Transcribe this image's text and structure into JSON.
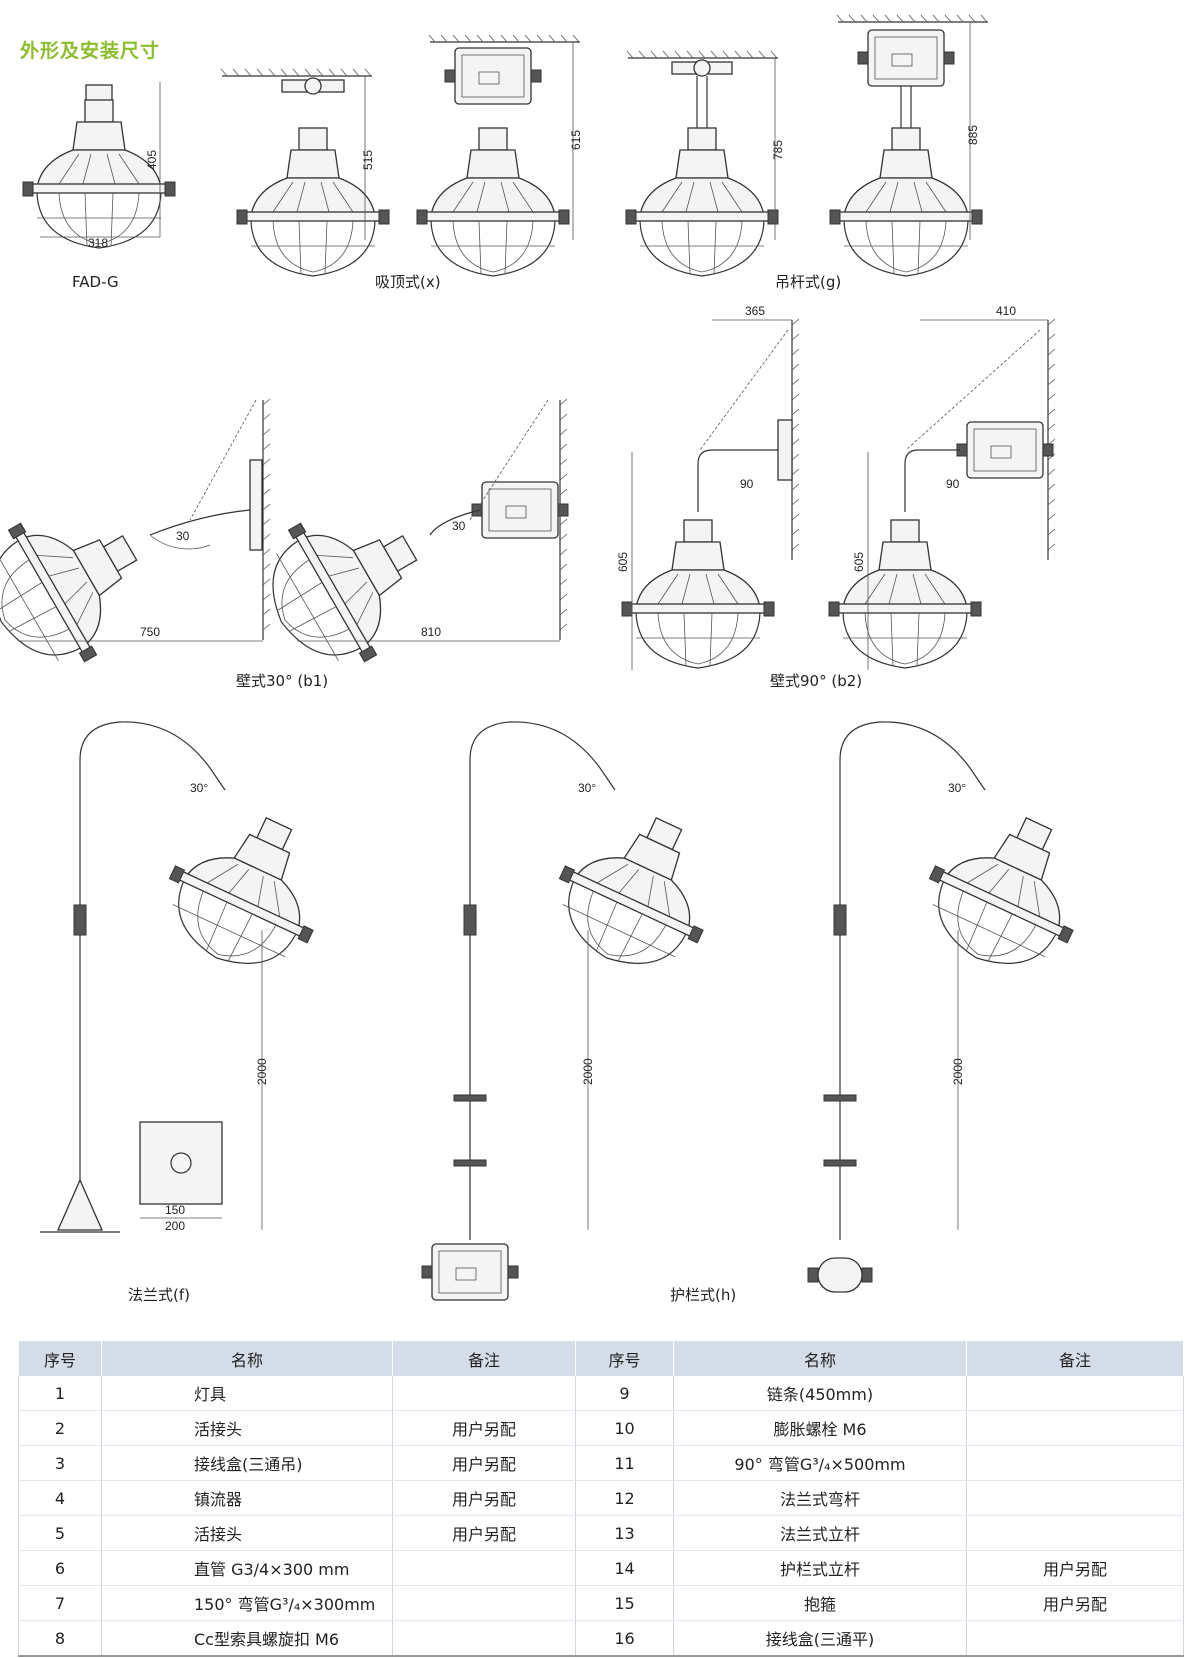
{
  "heading": "外形及安装尺寸",
  "captions": {
    "fad_g": "FAD-G",
    "ceiling": "吸顶式(x)",
    "pendant": "吊杆式(g)",
    "wall30": "壁式30°  (b1)",
    "wall90": "壁式90°  (b2)",
    "flange": "法兰式(f)",
    "guardrail": "护栏式(h)"
  },
  "dimensions": {
    "fad_width": "318",
    "fad_height": "405",
    "ceiling_a": "515",
    "ceiling_b": "615",
    "pendant_a": "785",
    "pendant_b": "885",
    "wall30_a": "750",
    "wall30_b": "810",
    "wall30_angle": "30",
    "wall90_a": "365",
    "wall90_b": "410",
    "wall90_h": "605",
    "wall90_angle": "90",
    "pole_h": "2000",
    "pole_angle": "30°",
    "base_150": "150",
    "base_200": "200"
  },
  "table": {
    "headers": [
      "序号",
      "名称",
      "备注",
      "序号",
      "名称",
      "备注"
    ],
    "left": [
      {
        "no": "1",
        "name": "灯具",
        "note": ""
      },
      {
        "no": "2",
        "name": "活接头",
        "note": "用户另配"
      },
      {
        "no": "3",
        "name": "接线盒(三通吊)",
        "note": "用户另配"
      },
      {
        "no": "4",
        "name": "镇流器",
        "note": "用户另配"
      },
      {
        "no": "5",
        "name": "活接头",
        "note": "用户另配"
      },
      {
        "no": "6",
        "name": "直管 G3/4×300 mm",
        "note": ""
      },
      {
        "no": "7",
        "name": "150°  弯管G³/₄×300mm",
        "note": ""
      },
      {
        "no": "8",
        "name": "Cc型索具螺旋扣 M6",
        "note": ""
      }
    ],
    "right": [
      {
        "no": "9",
        "name": "链条(450mm)",
        "note": ""
      },
      {
        "no": "10",
        "name": "膨胀螺栓 M6",
        "note": ""
      },
      {
        "no": "11",
        "name": "90°  弯管G³/₄×500mm",
        "note": ""
      },
      {
        "no": "12",
        "name": "法兰式弯杆",
        "note": ""
      },
      {
        "no": "13",
        "name": "法兰式立杆",
        "note": ""
      },
      {
        "no": "14",
        "name": "护栏式立杆",
        "note": "用户另配"
      },
      {
        "no": "15",
        "name": "抱箍",
        "note": "用户另配"
      },
      {
        "no": "16",
        "name": "接线盒(三通平)",
        "note": ""
      }
    ]
  }
}
